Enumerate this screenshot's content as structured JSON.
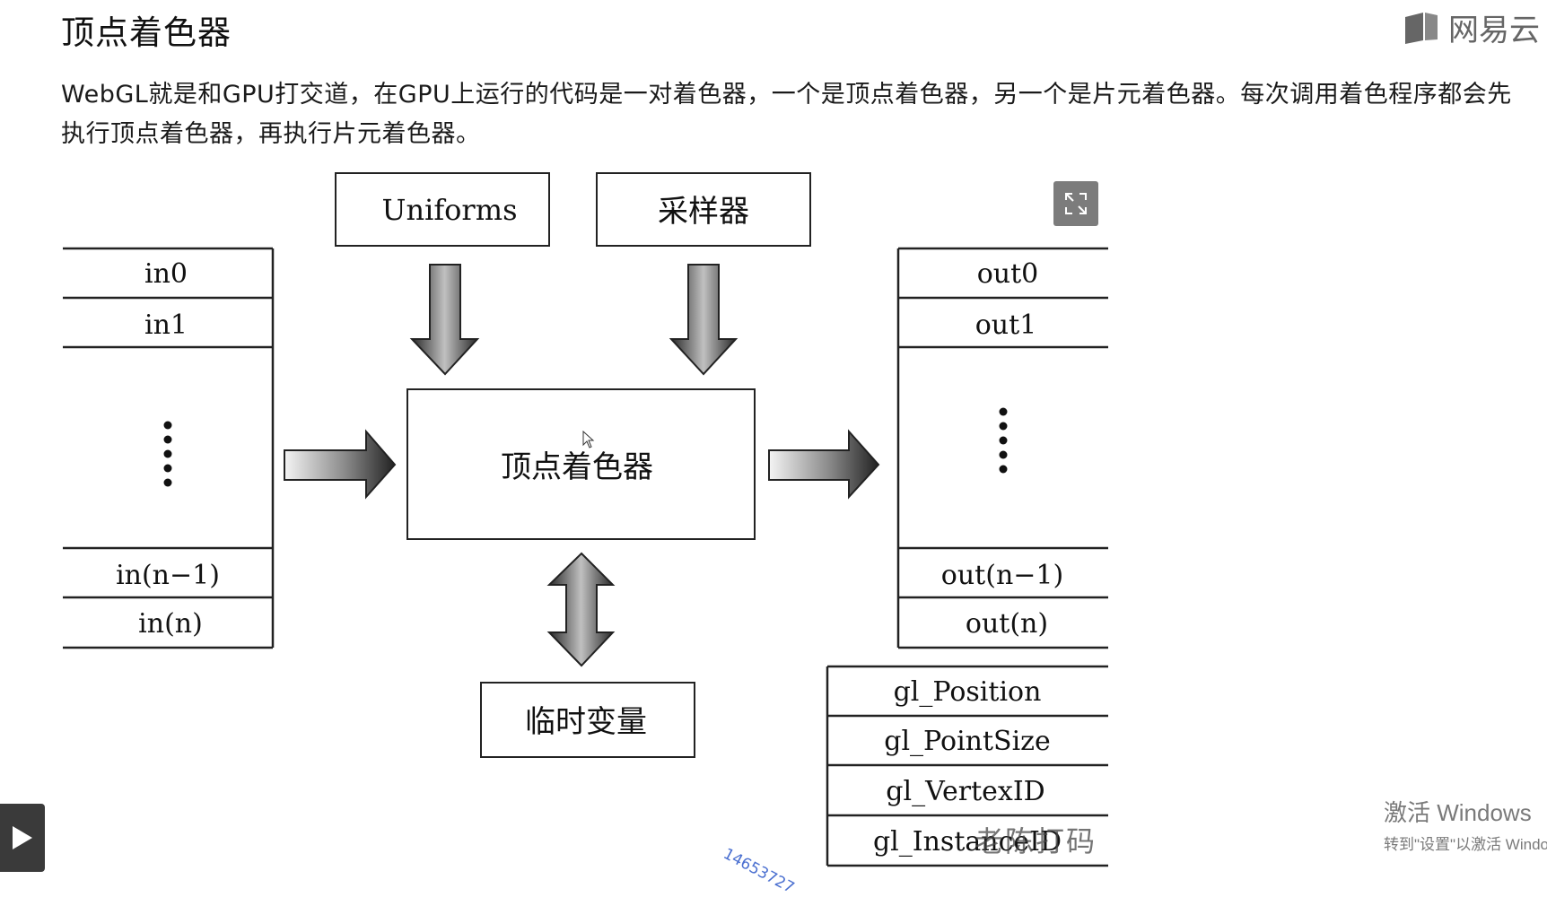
{
  "page": {
    "title": "顶点着色器",
    "intro": "WebGL就是和GPU打交道，在GPU上运行的代码是一对着色器，一个是顶点着色器，另一个是片元着色器。每次调用着色程序都会先执行顶点着色器，再执行片元着色器。"
  },
  "brand": {
    "name": "网易云",
    "icon": "netease-cloud-logo-icon"
  },
  "diagram": {
    "uniforms": "Uniforms",
    "sampler": "采样器",
    "shader": "顶点着色器",
    "temp": "临时变量",
    "inputs": {
      "in0": "in0",
      "in1": "in1",
      "in_n_minus_1": "in(n−1)",
      "in_n": "in(n)"
    },
    "outputs": {
      "out0": "out0",
      "out1": "out1",
      "out_n_minus_1": "out(n−1)",
      "out_n": "out(n)"
    },
    "builtins": [
      "gl_Position",
      "gl_PointSize",
      "gl_VertexID",
      "gl_InstanceID"
    ]
  },
  "controls": {
    "expand_icon": "expand-icon",
    "play_icon": "play-icon"
  },
  "overlay": {
    "activation_title": "激活 Windows",
    "activation_sub": "转到\"设置\"以激活 Windows",
    "watermark": "老陈打码",
    "watermark_id": "14653727"
  }
}
